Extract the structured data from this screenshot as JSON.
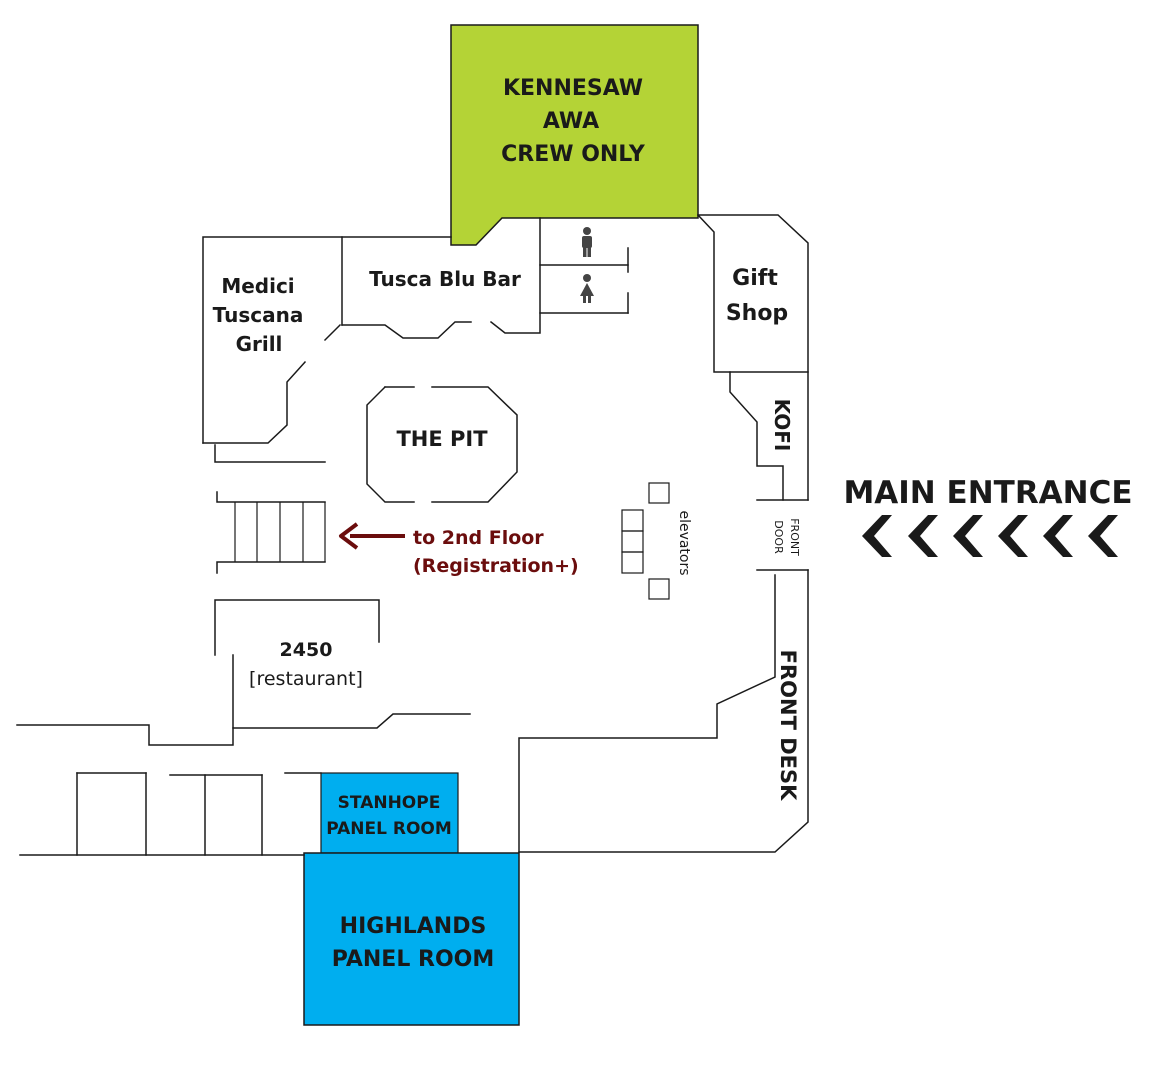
{
  "rooms": {
    "kennesaw": {
      "lines": [
        "KENNESAW",
        "AWA",
        "CREW ONLY"
      ],
      "color": "#b4d336"
    },
    "tusca_blu_bar": "Tusca Blu Bar",
    "medici": {
      "lines": [
        "Medici",
        "Tuscana",
        "Grill"
      ]
    },
    "gift_shop": {
      "lines": [
        "Gift",
        "Shop"
      ]
    },
    "kofi": "KOFI",
    "the_pit": "THE PIT",
    "elevators": "elevators",
    "restaurant_2450": {
      "lines": [
        "2450",
        "[restaurant]"
      ]
    },
    "stanhope": {
      "lines": [
        "STANHOPE",
        "PANEL ROOM"
      ],
      "color": "#00aeef"
    },
    "highlands": {
      "lines": [
        "HIGHLANDS",
        "PANEL ROOM"
      ],
      "color": "#00aeef"
    },
    "front_door": {
      "lines": [
        "FRONT",
        "DOOR"
      ]
    },
    "front_desk": "FRONT DESK"
  },
  "directions": {
    "stairs": {
      "lines": [
        "to 2nd Floor",
        "(Registration+)"
      ],
      "color": "#6b0d0d"
    },
    "main_entrance": "MAIN ENTRANCE"
  },
  "restroom_icons": [
    "mens-restroom-icon",
    "womens-restroom-icon"
  ]
}
